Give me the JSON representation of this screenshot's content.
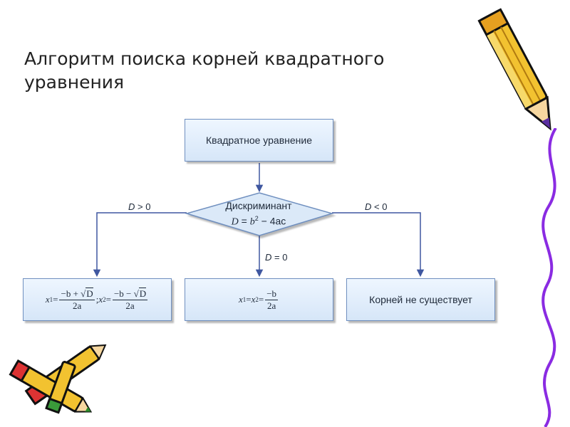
{
  "title": "Алгоритм поиска корней квадратного уравнения",
  "flowchart": {
    "start": "Квадратное уравнение",
    "decision": {
      "label": "Дискриминант",
      "formula_lhs": "D",
      "formula_eq": " = ",
      "formula_b": "b",
      "formula_exp": "2",
      "formula_rest": " − 4ac"
    },
    "branches": {
      "left": {
        "var": "D",
        "op": " > 0"
      },
      "middle": {
        "var": "D",
        "op": " = 0"
      },
      "right": {
        "var": "D",
        "op": " < 0"
      }
    },
    "results": {
      "two_roots": {
        "x1_label": "x",
        "x1_sub": "1",
        "eq": " = ",
        "num1_prefix": "−b + ",
        "num1_root": "D",
        "den": "2a",
        "sep": "; ",
        "x2_label": "x",
        "x2_sub": "2",
        "num2_prefix": "−b − ",
        "num2_root": "D"
      },
      "one_root": {
        "x1": "x",
        "x1_sub": "1",
        "eq1": " = ",
        "x2": "x",
        "x2_sub": "2",
        "eq2": " = ",
        "num": "−b",
        "den": "2a"
      },
      "no_roots": "Корней не существует"
    }
  },
  "colors": {
    "arrow": "#3f57a0",
    "box_border": "#6f8fbf",
    "pencil_body": "#f2c230",
    "pencil_outline": "#111111",
    "wavy_line": "#8a2be2"
  },
  "icons": [
    "pencil-icon",
    "pencils-icon",
    "wavy-line-decoration"
  ]
}
